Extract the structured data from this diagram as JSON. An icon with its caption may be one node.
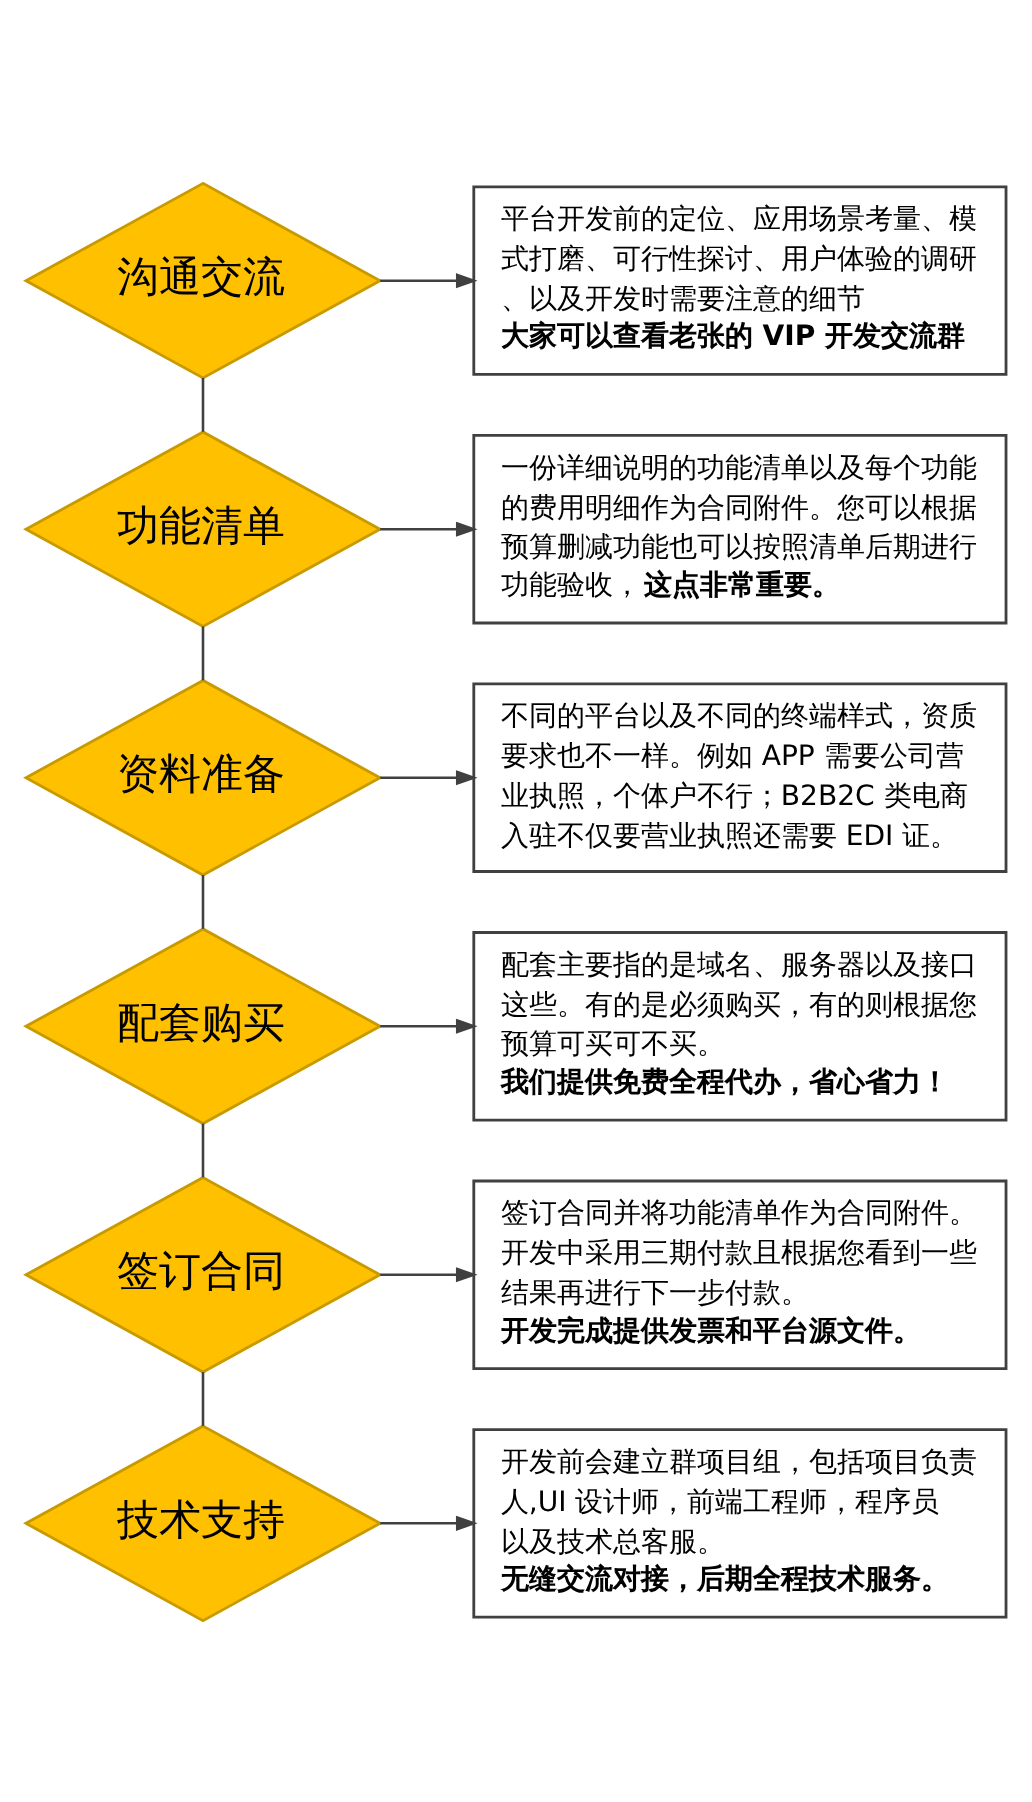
{
  "diagram": {
    "nodes": [
      {
        "text": [
          "沟通交流"
        ]
      },
      {
        "text": [
          "平台开发前的定位、应用场景考量、模式打磨、可行性探讨、用户体验的调研、以及开发时需要注意的细节",
          "大家可以查看老张的 VIP 开发交流群"
        ]
      },
      {
        "text": [
          "功能清单"
        ]
      },
      {
        "text": [
          "一份详细说明的功能清单以及每个功能的费用明细作为合同附件。您可以根据预算删减功能也可以按照清单后期进行功能验收，**这点非常重要。**"
        ]
      },
      {
        "text": [
          "资料准备"
        ]
      },
      {
        "text": [
          "不同的平台以及不同的终端样式，资质要求也不一样。例如 APP 需要公司营业执照，个体户不行；B2B2C 类电商入驻不仅要营业执照还需要 EDI 证。"
        ]
      },
      {
        "text": [
          "配套购买"
        ]
      },
      {
        "text": [
          "配套主要指的是域名、服务器以及接口这些。有的是必须购买，有的则根据您预算可买可不买。",
          "我们提供免费全程代办，省心省力！"
        ]
      },
      {
        "text": [
          "签订合同"
        ]
      },
      {
        "text": [
          "签订合同并将功能清单作为合同附件。开发中采用三期付款且根据您看到一些结果再进行下一步付款。",
          "开发完成提供发票和平台源文件。"
        ]
      },
      {
        "text": [
          "技术支持"
        ]
      },
      {
        "text": [
          "开发前会建立群项目组，包括项目负责人,UI 设计师，前端工程师，程序员以及技术总客服。",
          "无缝交流对接，后期全程技术服务。"
        ]
      }
    ],
    "edges": [
      {
        "from": 0,
        "to": 1,
        "arrow": "to"
      },
      {
        "from": 0,
        "to": 2,
        "arrow": "none"
      },
      {
        "from": 2,
        "to": 3,
        "arrow": "to"
      },
      {
        "from": 2,
        "to": 4,
        "arrow": "none"
      },
      {
        "from": 4,
        "to": 5,
        "arrow": "to"
      },
      {
        "from": 4,
        "to": 6,
        "arrow": "none"
      },
      {
        "from": 6,
        "to": 7,
        "arrow": "to"
      },
      {
        "from": 6,
        "to": 8,
        "arrow": "none"
      },
      {
        "from": 8,
        "to": 9,
        "arrow": "to"
      },
      {
        "from": 8,
        "to": 10,
        "arrow": "none"
      },
      {
        "from": 10,
        "to": 11,
        "arrow": "to"
      }
    ]
  }
}
